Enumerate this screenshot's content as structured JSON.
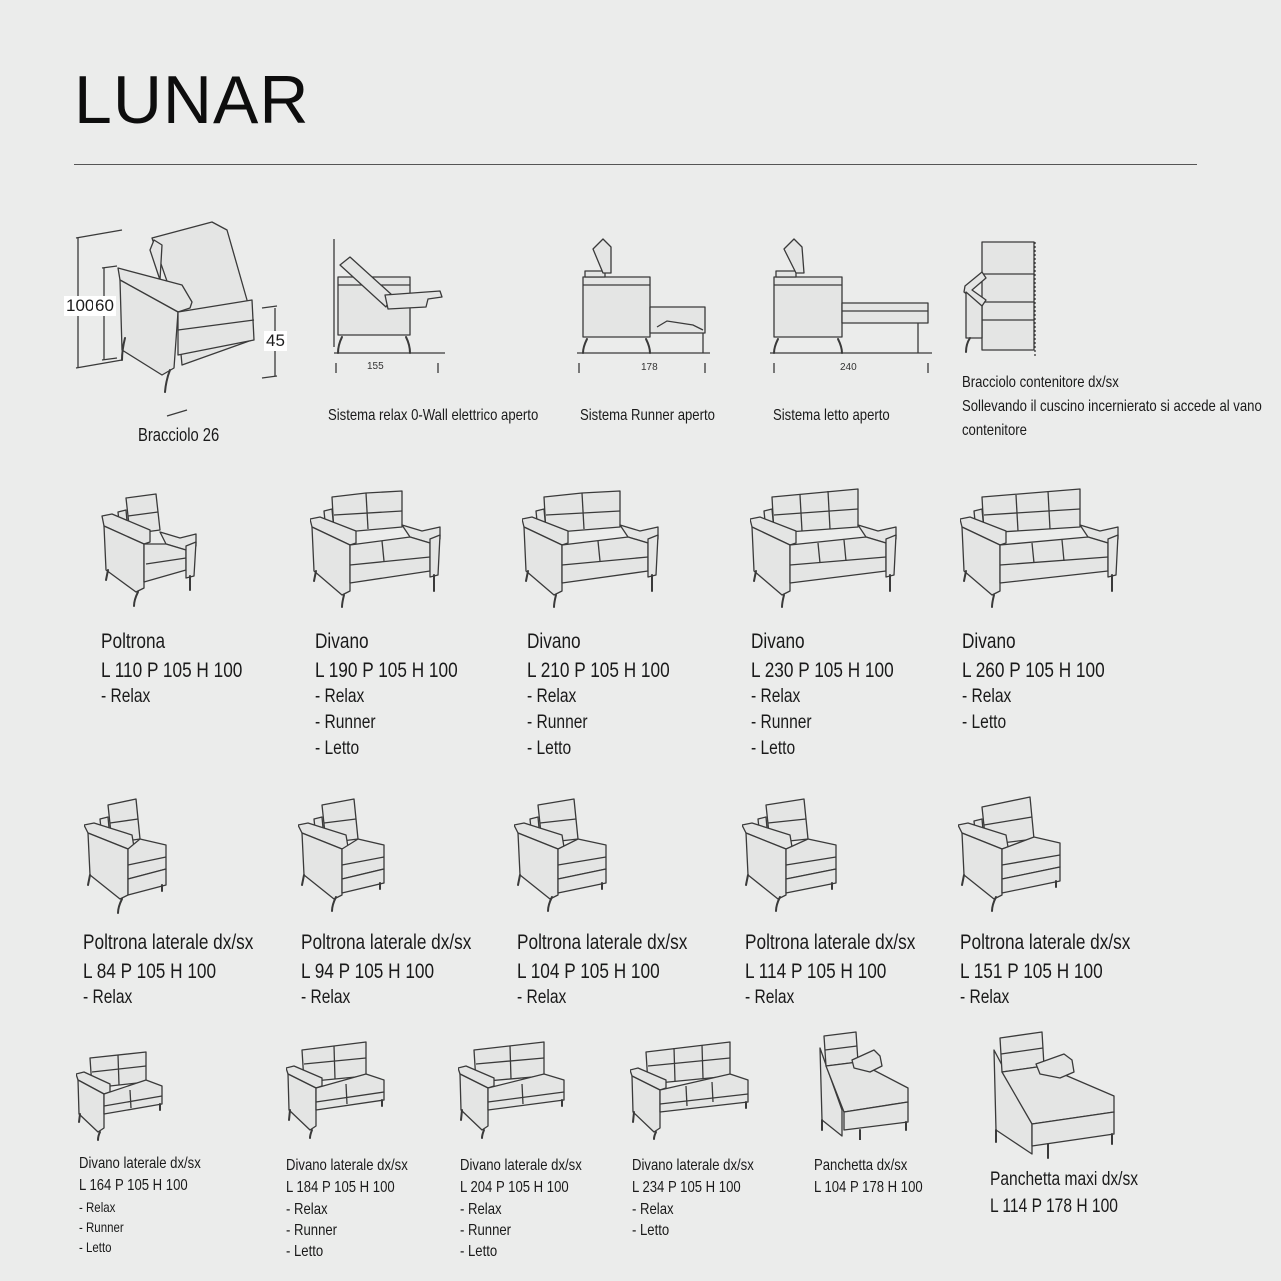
{
  "header": {
    "title": "LUNAR"
  },
  "technical": {
    "dimension_drawing": {
      "heights": [
        "100",
        "60"
      ],
      "seat_height": "45",
      "armrest_label": "Bracciolo 26"
    },
    "systems": [
      {
        "width": "155",
        "caption": "Sistema relax 0-Wall elettrico aperto"
      },
      {
        "width": "178",
        "caption": "Sistema Runner aperto"
      },
      {
        "width": "240",
        "caption": "Sistema letto aperto"
      }
    ],
    "storage_arm": {
      "title": "Bracciolo contenitore dx/sx",
      "description_line1": "Sollevando il cuscino incernierato si accede al vano",
      "description_line2": "contenitore"
    }
  },
  "row1": [
    {
      "name": "Poltrona",
      "dims": "L 110 P 105 H 100",
      "options": [
        "- Relax"
      ]
    },
    {
      "name": "Divano",
      "dims": "L 190 P 105 H 100",
      "options": [
        "- Relax",
        "- Runner",
        "- Letto"
      ]
    },
    {
      "name": "Divano",
      "dims": "L 210 P 105 H 100",
      "options": [
        "- Relax",
        "- Runner",
        "- Letto"
      ]
    },
    {
      "name": "Divano",
      "dims": "L 230 P 105 H 100",
      "options": [
        "- Relax",
        "- Runner",
        "- Letto"
      ]
    },
    {
      "name": "Divano",
      "dims": "L 260 P 105 H 100",
      "options": [
        "- Relax",
        "- Letto"
      ]
    }
  ],
  "row2": [
    {
      "name": "Poltrona laterale dx/sx",
      "dims": "L 84 P 105 H 100",
      "options": [
        "- Relax"
      ]
    },
    {
      "name": "Poltrona laterale dx/sx",
      "dims": "L 94 P 105 H 100",
      "options": [
        "- Relax"
      ]
    },
    {
      "name": "Poltrona laterale dx/sx",
      "dims": "L 104 P 105 H 100",
      "options": [
        "- Relax"
      ]
    },
    {
      "name": "Poltrona laterale dx/sx",
      "dims": "L 114 P 105 H 100",
      "options": [
        "- Relax"
      ]
    },
    {
      "name": "Poltrona laterale dx/sx",
      "dims": "L 151 P 105 H 100",
      "options": [
        "- Relax"
      ]
    }
  ],
  "row3": [
    {
      "name": "Divano laterale dx/sx",
      "dims": "L 164 P 105 H 100",
      "options": [
        "- Relax",
        "- Runner",
        "- Letto"
      ]
    },
    {
      "name": "Divano laterale dx/sx",
      "dims": "L 184 P 105 H 100",
      "options": [
        "- Relax",
        "- Runner",
        "- Letto"
      ]
    },
    {
      "name": "Divano laterale dx/sx",
      "dims": "L 204  P 105 H 100",
      "options": [
        "- Relax",
        "- Runner",
        "- Letto"
      ]
    },
    {
      "name": "Divano laterale dx/sx",
      "dims": "L 234 P 105 H 100",
      "options": [
        "- Relax",
        "- Letto"
      ]
    },
    {
      "name": "Panchetta dx/sx",
      "dims": "L 104 P 178 H 100",
      "options": []
    },
    {
      "name": "Panchetta maxi dx/sx",
      "dims": "L 114 P 178 H 100",
      "options": []
    }
  ]
}
